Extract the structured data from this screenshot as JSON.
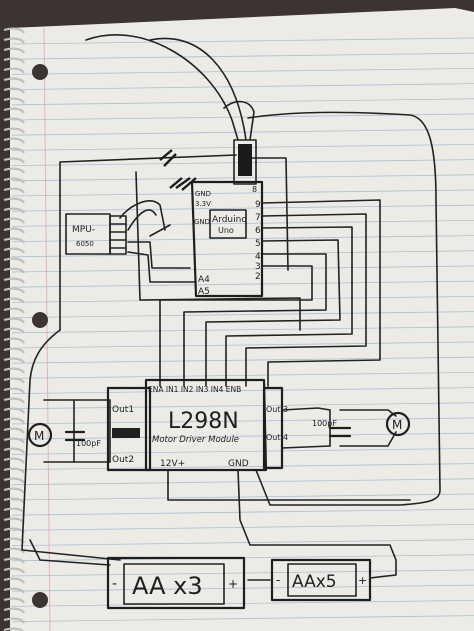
{
  "colors": {
    "paper": "#ecebe6",
    "rule_line": "#9fb3d1",
    "margin_line": "#d9a2a8",
    "ink": "#222222",
    "background": "#3b3430"
  },
  "components": {
    "imu": {
      "name": "MPU-",
      "model": "6050"
    },
    "arduino": {
      "name": "Arduino",
      "model": "Uno",
      "pins_top": [
        "GND",
        "3.3V"
      ],
      "pin_gnd": "GND",
      "pins_digital": [
        "8",
        "9",
        "7",
        "6",
        "5",
        "4",
        "3",
        "2"
      ],
      "pins_analog": [
        "A4",
        "A5"
      ]
    },
    "driver": {
      "title": "L298N",
      "subtitle": "Motor Driver Module",
      "top_pins": "ENA IN1 IN2 IN3 IN4 ENB",
      "left_pins": [
        "Out1",
        "Out2"
      ],
      "right_pins": [
        "Out 3",
        "Out 4"
      ],
      "bottom_pins": [
        "12V+",
        "GND"
      ]
    },
    "motor_left": {
      "symbol": "M"
    },
    "motor_right": {
      "symbol": "M"
    },
    "cap_left": {
      "label": "100pF"
    },
    "cap_right": {
      "label": "100pF"
    },
    "battery_left": {
      "label": "AA x3",
      "neg": "-",
      "pos": "+"
    },
    "battery_right": {
      "label": "AAx5",
      "neg": "-",
      "pos": "+"
    }
  }
}
